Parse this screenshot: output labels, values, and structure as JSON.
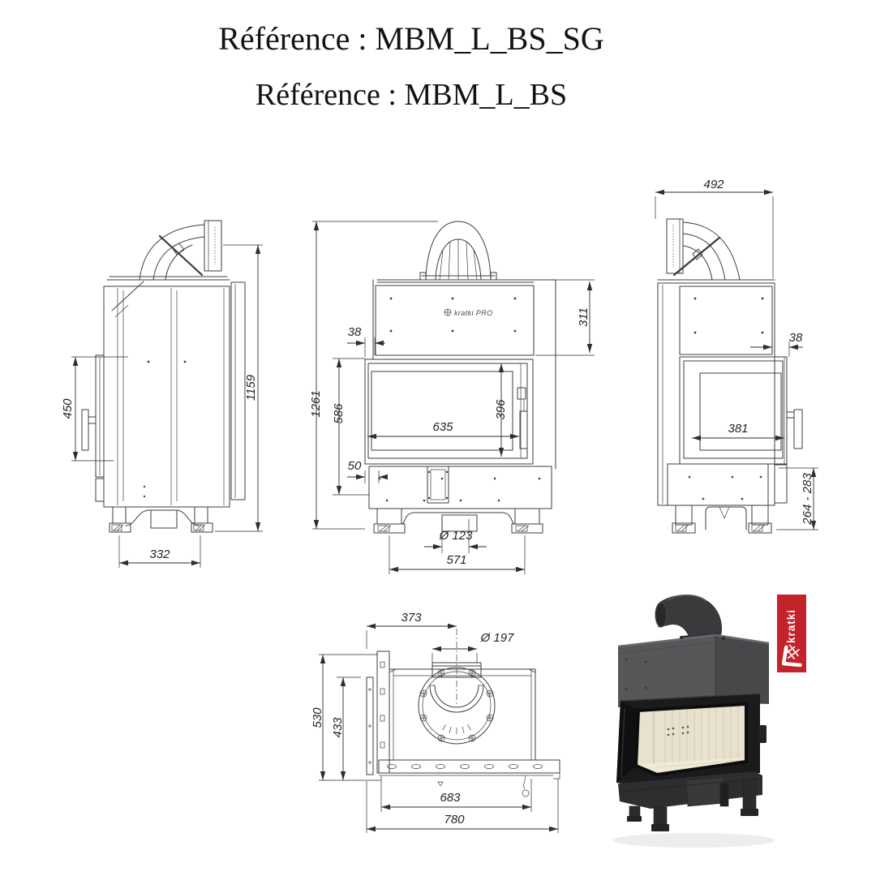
{
  "page": {
    "background": "#ffffff"
  },
  "titles": {
    "line1": "Référence : MBM_L_BS_SG",
    "line2": "Référence : MBM_L_BS"
  },
  "drawings": {
    "left_side_view": {
      "dim_door_height": "450",
      "dim_total_height": "1159",
      "dim_base_depth": "332"
    },
    "front_view": {
      "logo_text": "kratki PRO",
      "dim_left_offset": "38",
      "dim_total_height": "1261",
      "dim_front_height": "586",
      "dim_base_offset": "50",
      "dim_glass_width": "635",
      "dim_glass_height": "396",
      "dim_hood_height": "311",
      "dim_inlet_diameter": "Ø 123",
      "dim_feet_spacing": "571"
    },
    "right_side_view": {
      "dim_total_depth": "492",
      "dim_front_offset": "38",
      "dim_side_glass_width": "381",
      "dim_base_height_range": "264 - 283"
    },
    "top_view": {
      "dim_flue_axis_offset": "373",
      "dim_flue_diameter": "Ø 197",
      "dim_total_depth": "530",
      "dim_body_depth": "433",
      "dim_body_width": "683",
      "dim_total_width": "780"
    }
  },
  "product": {
    "brand": "kratki",
    "badge_color": "#c4232c",
    "body_color": "#57575a",
    "interior_color": "#e8e1cd"
  }
}
